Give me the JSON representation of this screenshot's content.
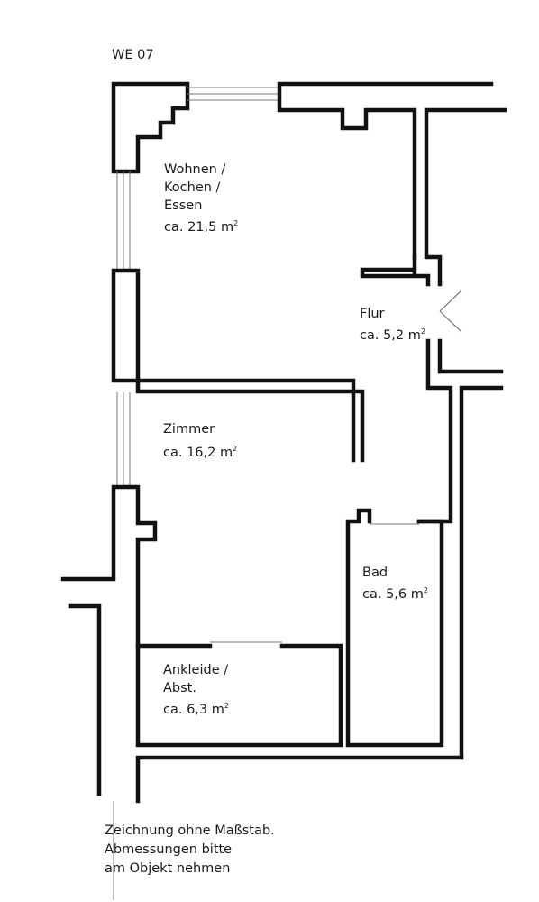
{
  "title": "WE 07",
  "rooms": {
    "wohnen": {
      "line1": "Wohnen /",
      "line2": "Kochen /",
      "line3": "Essen",
      "area": "ca. 21,5 m"
    },
    "flur": {
      "line1": "Flur",
      "area": "ca. 5,2 m"
    },
    "zimmer": {
      "line1": "Zimmer",
      "area": "ca. 16,2 m"
    },
    "bad": {
      "line1": "Bad",
      "area": "ca. 5,6 m"
    },
    "ankleide": {
      "line1": "Ankleide /",
      "line2": "Abst.",
      "area": "ca. 6,3 m"
    }
  },
  "area_unit_exponent": "2",
  "footnote": {
    "line1": "Zeichnung ohne Maßstab.",
    "line2": "Abmessungen bitte",
    "line3": "am Objekt nehmen"
  }
}
